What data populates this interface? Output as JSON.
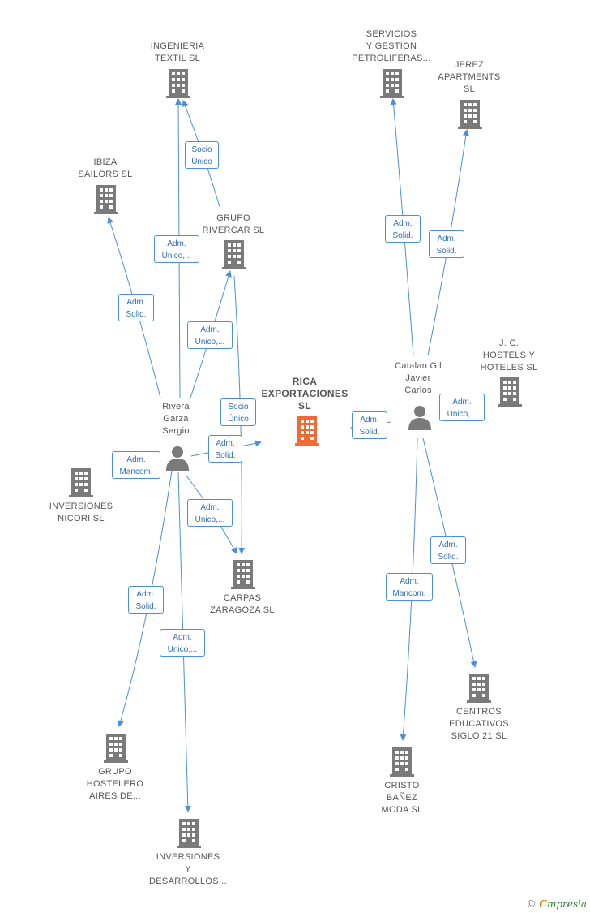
{
  "colors": {
    "edge": "#4a90d9",
    "building": "#7a7a7a",
    "focus_building": "#f06a35",
    "person": "#7a7a7a"
  },
  "focus": {
    "name": "RICA\nEXPORTACIONES\nSL"
  },
  "companies": [
    {
      "id": "ingenieria",
      "name": "INGENIERIA\nTEXTIL  SL"
    },
    {
      "id": "ibiza",
      "name": "IBIZA\nSAILORS  SL"
    },
    {
      "id": "rivercar",
      "name": "GRUPO\nRIVERCAR  SL"
    },
    {
      "id": "servicios",
      "name": "SERVICIOS\nY GESTION\nPETROLIFERAS..."
    },
    {
      "id": "jerez",
      "name": "JEREZ\nAPARTMENTS\nSL"
    },
    {
      "id": "jc",
      "name": "J.  C.\nHOSTELS Y\nHOTELES  SL"
    },
    {
      "id": "nicori",
      "name": "INVERSIONES\nNICORI  SL"
    },
    {
      "id": "carpas",
      "name": "CARPAS\nZARAGOZA SL"
    },
    {
      "id": "centros",
      "name": "CENTROS\nEDUCATIVOS\nSIGLO 21  SL"
    },
    {
      "id": "hostelero",
      "name": "GRUPO\nHOSTELERO\nAIRES DE..."
    },
    {
      "id": "cristo",
      "name": "CRISTO\nBAÑEZ\nMODA SL"
    },
    {
      "id": "desarrollos",
      "name": "INVERSIONES\nY\nDESARROLLOS..."
    }
  ],
  "persons": [
    {
      "id": "rivera",
      "name": "Rivera\nGarza\nSergio"
    },
    {
      "id": "catalan",
      "name": "Catalan Gil\nJavier\nCarlos"
    }
  ],
  "relations": [
    {
      "id": "r1",
      "label": "Socio\nÚnico"
    },
    {
      "id": "r2",
      "label": "Adm.\nUnico,..."
    },
    {
      "id": "r3",
      "label": "Adm.\nSolid."
    },
    {
      "id": "r4",
      "label": "Adm.\nUnico,..."
    },
    {
      "id": "r5",
      "label": "Socio\nÚnico"
    },
    {
      "id": "r6",
      "label": "Adm.\nSolid."
    },
    {
      "id": "r7",
      "label": "Adm.\nMancom."
    },
    {
      "id": "r8",
      "label": "Adm.\nUnico,..."
    },
    {
      "id": "r9",
      "label": "Adm.\nSolid."
    },
    {
      "id": "r10",
      "label": "Adm.\nUnico,..."
    },
    {
      "id": "r11",
      "label": "Adm.\nSolid."
    },
    {
      "id": "r12",
      "label": "Adm.\nSolid."
    },
    {
      "id": "r13",
      "label": "Adm.\nSolid."
    },
    {
      "id": "r14",
      "label": "Adm.\nUnico,..."
    },
    {
      "id": "r15",
      "label": "Adm.\nSolid."
    },
    {
      "id": "r16",
      "label": "Adm.\nMancom."
    }
  ],
  "footer": {
    "copyright": "©",
    "brand_initial": "C",
    "brand_rest": "mpresia"
  }
}
